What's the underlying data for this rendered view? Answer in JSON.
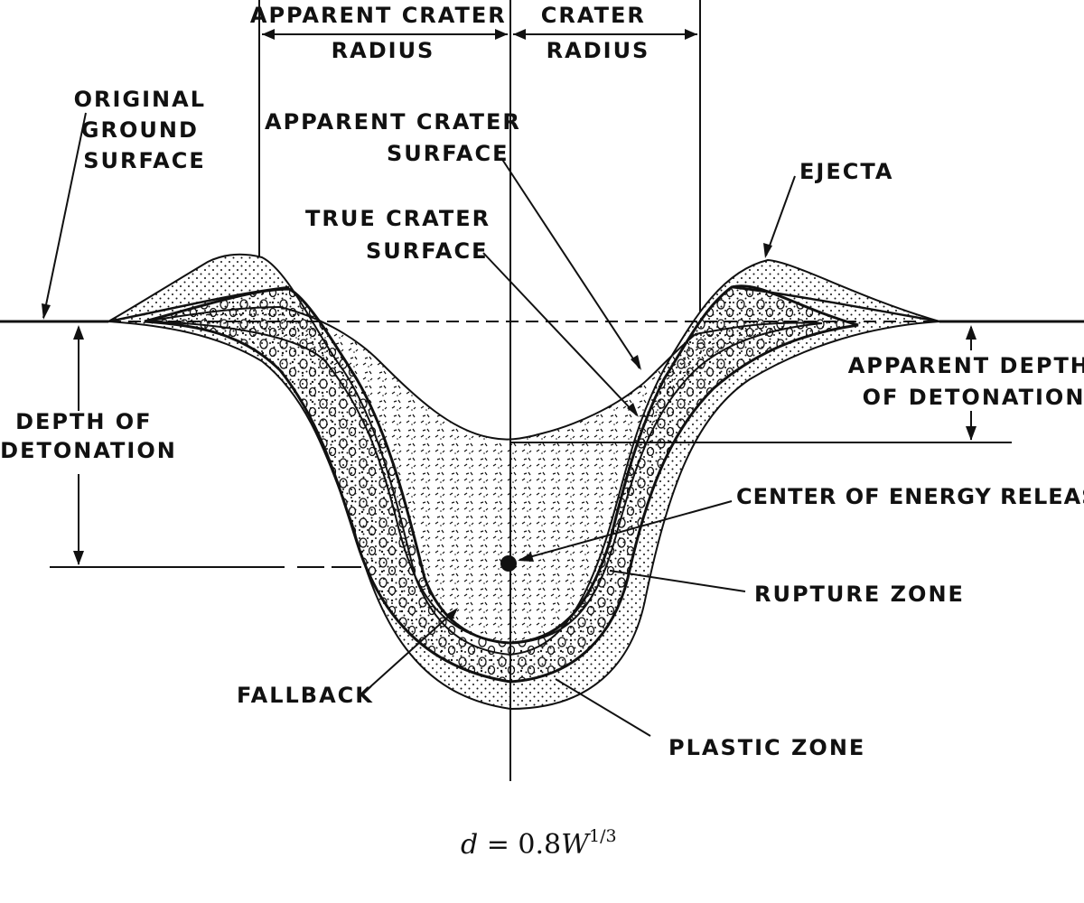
{
  "labels": {
    "apparent_crater_radius": [
      "APPARENT CRATER",
      "RADIUS"
    ],
    "crater_radius": [
      "CRATER",
      "RADIUS"
    ],
    "original_ground_surface": [
      "ORIGINAL",
      "GROUND",
      "SURFACE"
    ],
    "apparent_crater_surface": [
      "APPARENT CRATER",
      "SURFACE"
    ],
    "true_crater_surface": [
      "TRUE CRATER",
      "SURFACE"
    ],
    "ejecta": "EJECTA",
    "apparent_depth_of_detonation": [
      "APPARENT DEPTH",
      "OF DETONATION"
    ],
    "depth_of_detonation": [
      "DEPTH OF",
      "DETONATION"
    ],
    "center_of_energy_release": "CENTER OF ENERGY RELEASE",
    "rupture_zone": "RUPTURE ZONE",
    "fallback": "FALLBACK",
    "plastic_zone": "PLASTIC ZONE"
  },
  "formula": {
    "var": "d",
    "eq": " = 0.8",
    "base": "W",
    "exp": "1/3"
  },
  "colors": {
    "ink": "#111111",
    "background": "#ffffff"
  }
}
